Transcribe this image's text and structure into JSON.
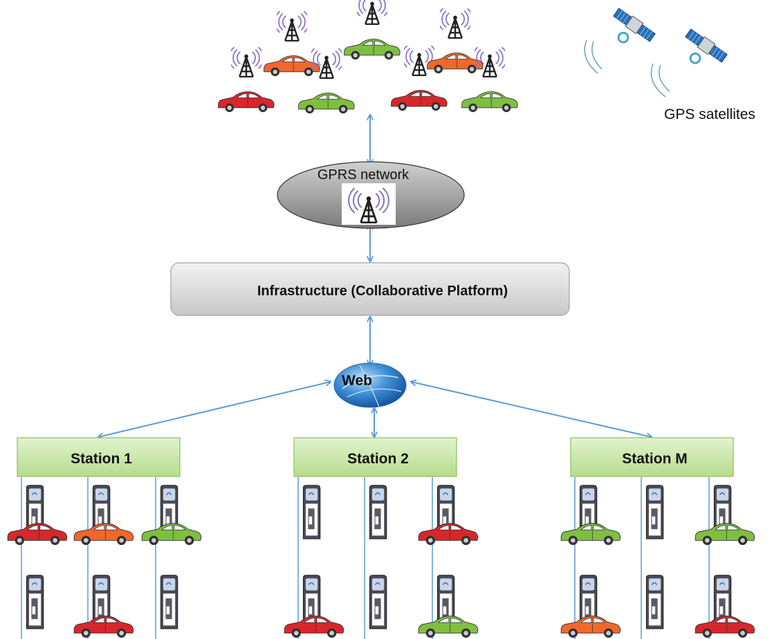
{
  "labels": {
    "gps_satellites": "GPS satellites",
    "gprs_network": "GPRS network",
    "infrastructure": "Infrastructure (Collaborative Platform)",
    "web": "Web"
  },
  "stations": [
    {
      "name": "Station 1",
      "columns": [
        {
          "top_car": "red",
          "bottom_car": null
        },
        {
          "top_car": "orange",
          "bottom_car": "red"
        },
        {
          "top_car": "green",
          "bottom_car": null
        }
      ]
    },
    {
      "name": "Station 2",
      "columns": [
        {
          "top_car": null,
          "bottom_car": "red"
        },
        {
          "top_car": null,
          "bottom_car": null
        },
        {
          "top_car": "red",
          "bottom_car": "green"
        }
      ]
    },
    {
      "name": "Station M",
      "columns": [
        {
          "top_car": "green",
          "bottom_car": "orange"
        },
        {
          "top_car": null,
          "bottom_car": null
        },
        {
          "top_car": "green",
          "bottom_car": "red"
        }
      ]
    }
  ],
  "fleet_cars": [
    "red",
    "orange",
    "green",
    "green",
    "red",
    "orange",
    "green"
  ],
  "colors": {
    "arrow": "#5b9bd5",
    "station_fill": "#c6e8a4",
    "station_stroke": "#8cbf5a",
    "platform_fill": "#d9d9d9",
    "gprs_fill": "#a6a6a6",
    "car_red": "#d9262a",
    "car_orange": "#f0682a",
    "car_green": "#7fbf3f"
  }
}
